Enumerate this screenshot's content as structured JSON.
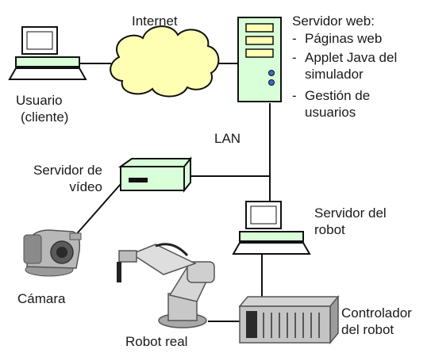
{
  "labels": {
    "internet": "Internet",
    "lan": "LAN",
    "usuario": [
      "Usuario",
      "(cliente)"
    ],
    "servidor_web_title": "Servidor web:",
    "servidor_web_items": [
      {
        "dash": "-",
        "lines": [
          "Páginas web"
        ]
      },
      {
        "dash": "-",
        "lines": [
          "Applet Java del",
          "simulador"
        ]
      },
      {
        "dash": "-",
        "lines": [
          "Gestión de",
          "usuarios"
        ]
      }
    ],
    "servidor_video": [
      "Servidor de",
      "vídeo"
    ],
    "servidor_robot": [
      "Servidor del",
      "robot"
    ],
    "camara": "Cámara",
    "controlador": [
      "Controlador",
      "del robot"
    ],
    "robot_real": "Robot real"
  },
  "colors": {
    "cloud_fill": "#ffffb4",
    "device_fill": "#d8ffd8",
    "screen_fill": "#ffffff",
    "outline": "#111111"
  },
  "icons": {
    "client_pc": "desktop-computer-icon",
    "cloud": "internet-cloud-icon",
    "web_server": "tower-server-icon",
    "video_server": "video-server-box-icon",
    "robot_server": "desktop-computer-icon",
    "camera": "ptz-camera-icon",
    "robot": "industrial-robot-arm-icon",
    "controller": "robot-controller-cabinet-icon"
  }
}
